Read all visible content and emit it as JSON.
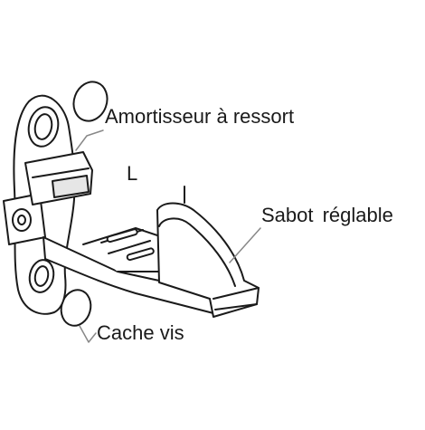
{
  "labels": {
    "amortisseur": "Amortisseur à ressort",
    "length": "L",
    "sabot": "Sabot  réglable",
    "cache_vis": "Cache vis"
  },
  "colors": {
    "line": "#1a1a1a",
    "fill": "#ffffff",
    "shade": "#e6e6e6",
    "leader": "#888888"
  }
}
